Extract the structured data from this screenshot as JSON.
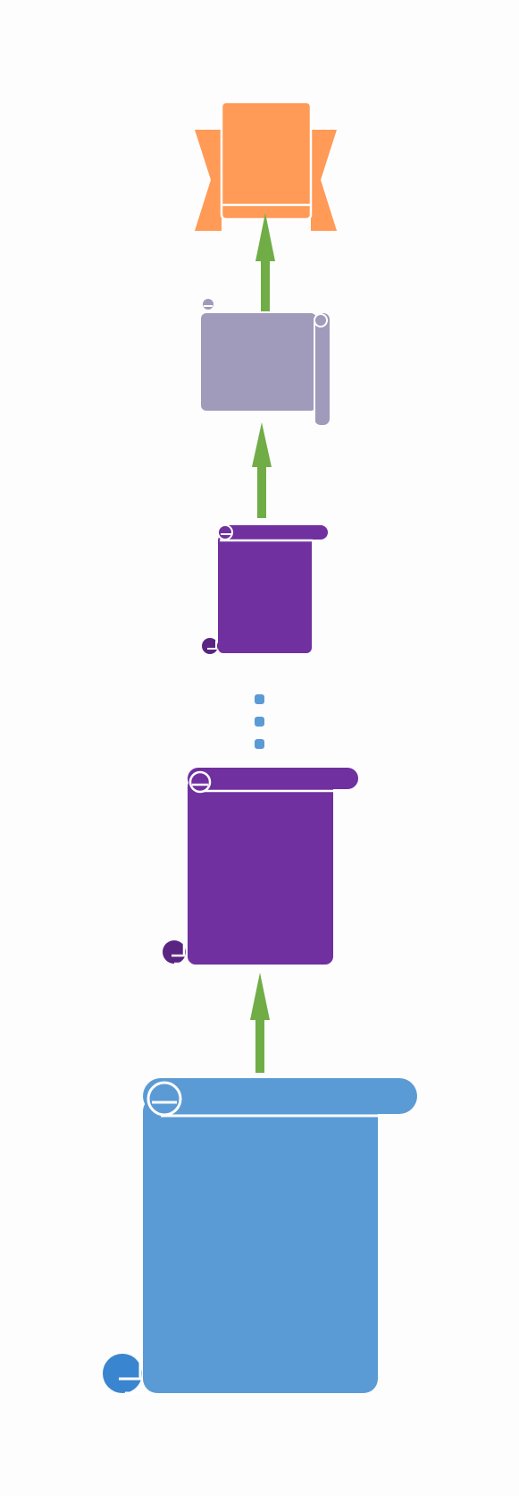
{
  "diagram": {
    "kind": "vertical flow of scroll shapes",
    "colors": {
      "background": "#fdfdfd",
      "arrow": "#70ad47",
      "banner_orange": "#ff9a57",
      "banner_tab": "#f26b1d",
      "scroll_gray": "#a09abb",
      "scroll_purple": "#7030a0",
      "scroll_purple_curl": "#5a2483",
      "scroll_blue": "#5b9bd5",
      "scroll_blue_curl": "#3a85cf",
      "ellipsis_dots": "#5b9bd5",
      "outline": "#ffffff"
    },
    "steps": [
      {
        "shape": "banner-ribbon",
        "fill": "banner_orange"
      },
      {
        "shape": "horizontal-scroll",
        "fill": "scroll_gray"
      },
      {
        "shape": "vertical-scroll",
        "fill": "scroll_purple"
      },
      {
        "shape": "vertical-ellipsis",
        "fill": "ellipsis_dots"
      },
      {
        "shape": "vertical-scroll",
        "fill": "scroll_purple"
      },
      {
        "shape": "vertical-scroll",
        "fill": "scroll_blue"
      }
    ],
    "connectors": [
      {
        "from": "scroll_gray",
        "to": "banner_orange",
        "direction": "up"
      },
      {
        "from": "scroll_purple_small",
        "to": "scroll_gray",
        "direction": "up"
      },
      {
        "from": "scroll_blue",
        "to": "scroll_purple_large",
        "direction": "up"
      }
    ]
  }
}
